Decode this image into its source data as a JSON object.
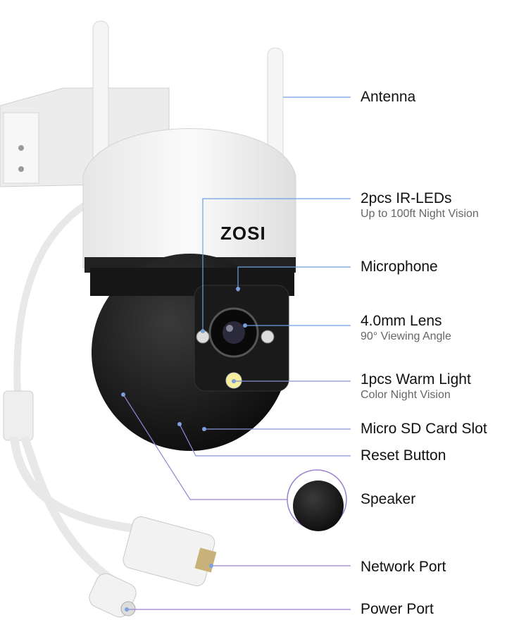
{
  "brand": "ZOSI",
  "colors": {
    "leader_blue": "#6f9fe0",
    "leader_purple": "#9b80cf",
    "body_white": "#f4f4f4",
    "body_black": "#151515"
  },
  "callouts": [
    {
      "title": "Antenna"
    },
    {
      "title": "2pcs IR-LEDs",
      "subtitle": "Up to 100ft Night Vision"
    },
    {
      "title": "Microphone"
    },
    {
      "title": "4.0mm Lens",
      "subtitle": "90° Viewing Angle"
    },
    {
      "title": "1pcs Warm Light",
      "subtitle": "Color Night Vision"
    },
    {
      "title": "Micro SD Card Slot"
    },
    {
      "title": "Reset Button"
    },
    {
      "title": "Speaker"
    },
    {
      "title": "Network Port"
    },
    {
      "title": "Power Port"
    }
  ]
}
